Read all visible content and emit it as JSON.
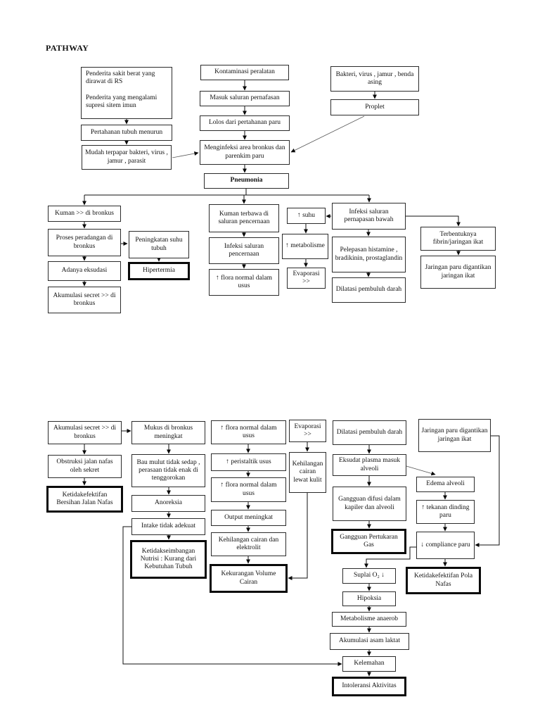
{
  "page": {
    "title": "PATHWAY"
  },
  "diagram": {
    "condition": "Pneumonia",
    "nodes": [
      {
        "id": "penderita-rs",
        "label": "Penderita sakit berat yang dirawat di RS\n\nPenderita yang mengalami supresi sitem imun",
        "emphasis": false
      },
      {
        "id": "pertahanan-menurun",
        "label": "Pertahanan tubuh menurun",
        "emphasis": false
      },
      {
        "id": "mudah-terpapar",
        "label": "Mudah terpapar bakteri, virus , jamur , parasit",
        "emphasis": false
      },
      {
        "id": "kontaminasi-peralatan",
        "label": "Kontaminasi peralatan",
        "emphasis": false
      },
      {
        "id": "masuk-saluran",
        "label": "Masuk saluran pernafasan",
        "emphasis": false
      },
      {
        "id": "lolos-pertahanan",
        "label": "Lolos dari pertahanan paru",
        "emphasis": false
      },
      {
        "id": "menginfeksi-bronkus",
        "label": "Menginfeksi area bronkus dan parenkim paru",
        "emphasis": false
      },
      {
        "id": "pneumonia",
        "label": "Pneumonia",
        "emphasis": false
      },
      {
        "id": "bakteri-virus",
        "label": "Bakteri, virus , jamur , benda asing",
        "emphasis": false
      },
      {
        "id": "proplet",
        "label": "Proplet",
        "emphasis": false
      },
      {
        "id": "kuman-bronkus",
        "label": "Kuman >> di bronkus",
        "emphasis": false
      },
      {
        "id": "proses-peradangan",
        "label": "Proses peradangan di bronkus",
        "emphasis": false
      },
      {
        "id": "adanya-eksudasi",
        "label": "Adanya eksudasi",
        "emphasis": false
      },
      {
        "id": "akumulasi-secret-atas",
        "label": "Akumulasi secret >> di bronkus",
        "emphasis": false
      },
      {
        "id": "peningkatan-suhu",
        "label": "Peningkatan suhu tubuh",
        "emphasis": false
      },
      {
        "id": "hipertermia",
        "label": "Hipertermia",
        "emphasis": true
      },
      {
        "id": "kuman-terbawa",
        "label": "Kuman terbawa di saluran pencernaan",
        "emphasis": false
      },
      {
        "id": "infeksi-pencernaan",
        "label": "Infeksi saluran pencernaan",
        "emphasis": false
      },
      {
        "id": "flora-usus-atas",
        "label": "↑ flora normal dalam usus",
        "emphasis": false
      },
      {
        "id": "suhu-naik",
        "label": "↑ suhu",
        "emphasis": false
      },
      {
        "id": "metabolisme-naik",
        "label": "↑ metabolisme",
        "emphasis": false
      },
      {
        "id": "evaporasi-atas",
        "label": "Evaporasi >>",
        "emphasis": false
      },
      {
        "id": "infeksi-pernapasan-bawah",
        "label": "Infeksi saluran pernapasan bawah",
        "emphasis": false
      },
      {
        "id": "pelepasan-histamine",
        "label": "Pelepasan histamine , bradikinin, prostaglandin",
        "emphasis": false
      },
      {
        "id": "dilatasi-atas",
        "label": "Dilatasi pembuluh darah",
        "emphasis": false
      },
      {
        "id": "terbentuk-fibrin",
        "label": "Terbentuknya fibrin/jaringan ikat",
        "emphasis": false
      },
      {
        "id": "jaringan-ikat-atas",
        "label": "Jaringan paru digantikan jaringan ikat",
        "emphasis": false
      },
      {
        "id": "akumulasi-secret-bawah",
        "label": "Akumulasi secret >> di bronkus",
        "emphasis": false
      },
      {
        "id": "mukus-meningkat",
        "label": "Mukus di bronkus meningkat",
        "emphasis": false
      },
      {
        "id": "flora-usus-1",
        "label": "↑ flora normal dalam usus",
        "emphasis": false
      },
      {
        "id": "evaporasi-bawah",
        "label": "Evaporasi >>",
        "emphasis": false
      },
      {
        "id": "dilatasi-bawah",
        "label": "Dilatasi pembuluh darah",
        "emphasis": false
      },
      {
        "id": "jaringan-ikat-bawah",
        "label": "Jaringan paru digantikan jaringan ikat",
        "emphasis": false
      },
      {
        "id": "obstruksi-nafas",
        "label": "Obstruksi jalan nafas oleh sekret",
        "emphasis": false
      },
      {
        "id": "bersihan-jalan-nafas",
        "label": "Ketidakefektifan Bersihan Jalan Nafas",
        "emphasis": true
      },
      {
        "id": "bau-mulut",
        "label": "Bau mulut tidak sedap , perasaan tidak enak di tenggorokan",
        "emphasis": false
      },
      {
        "id": "anoreksia",
        "label": "Anoreksia",
        "emphasis": false
      },
      {
        "id": "intake-adekuat",
        "label": "Intake tidak adekuat",
        "emphasis": false
      },
      {
        "id": "nutrisi-kurang",
        "label": "Ketidakseimbangan Nutrisi : Kurang dari Kebutuhan Tubuh",
        "emphasis": true
      },
      {
        "id": "peristaltik-usus",
        "label": "↑ peristaltik usus",
        "emphasis": false
      },
      {
        "id": "flora-usus-2",
        "label": "↑ flora normal dalam usus",
        "emphasis": false
      },
      {
        "id": "output-meningkat",
        "label": "Output meningkat",
        "emphasis": false
      },
      {
        "id": "kehilangan-elektrolit",
        "label": "Kehilangan cairan dan elektrolit",
        "emphasis": false
      },
      {
        "id": "kekurangan-volume",
        "label": "Kekurangan Volume Cairan",
        "emphasis": true
      },
      {
        "id": "kehilangan-kulit",
        "label": "Kehilangan cairan lewat kulit",
        "emphasis": false
      },
      {
        "id": "eksudat-plasma",
        "label": "Eksudat plasma masuk alveoli",
        "emphasis": false
      },
      {
        "id": "gangguan-difusi",
        "label": "Gangguan difusi dalam kapiler dan alveoli",
        "emphasis": false
      },
      {
        "id": "pertukaran-gas",
        "label": "Gangguan Pertukaran Gas",
        "emphasis": true
      },
      {
        "id": "edema-alveoli",
        "label": "Edema alveoli",
        "emphasis": false
      },
      {
        "id": "tekanan-paru",
        "label": "↑ tekanan dinding paru",
        "emphasis": false
      },
      {
        "id": "compliance-paru",
        "label": "↓ compliance paru",
        "emphasis": false
      },
      {
        "id": "pola-nafas",
        "label": "Ketidakefektifan Pola Nafas",
        "emphasis": true
      },
      {
        "id": "suplai-o2",
        "label": "Suplai O₂ ↓",
        "emphasis": false
      },
      {
        "id": "hipoksia",
        "label": "Hipoksia",
        "emphasis": false
      },
      {
        "id": "metabolisme-anaerob",
        "label": "Metabolisme anaerob",
        "emphasis": false
      },
      {
        "id": "asam-laktat",
        "label": "Akumulasi asam laktat",
        "emphasis": false
      },
      {
        "id": "kelemahan",
        "label": "Kelemahan",
        "emphasis": false
      },
      {
        "id": "intoleransi-aktivitas",
        "label": "Intoleransi Aktivitas",
        "emphasis": true
      }
    ],
    "edges": [
      {
        "from": "penderita-rs",
        "to": "pertahanan-menurun"
      },
      {
        "from": "pertahanan-menurun",
        "to": "mudah-terpapar"
      },
      {
        "from": "mudah-terpapar",
        "to": "menginfeksi-bronkus"
      },
      {
        "from": "kontaminasi-peralatan",
        "to": "masuk-saluran"
      },
      {
        "from": "masuk-saluran",
        "to": "lolos-pertahanan"
      },
      {
        "from": "lolos-pertahanan",
        "to": "menginfeksi-bronkus"
      },
      {
        "from": "menginfeksi-bronkus",
        "to": "pneumonia"
      },
      {
        "from": "bakteri-virus",
        "to": "proplet"
      },
      {
        "from": "proplet",
        "to": "menginfeksi-bronkus"
      },
      {
        "from": "pneumonia",
        "to": "kuman-bronkus"
      },
      {
        "from": "pneumonia",
        "to": "kuman-terbawa"
      },
      {
        "from": "pneumonia",
        "to": "infeksi-pernapasan-bawah"
      },
      {
        "from": "kuman-bronkus",
        "to": "proses-peradangan"
      },
      {
        "from": "proses-peradangan",
        "to": "adanya-eksudasi"
      },
      {
        "from": "adanya-eksudasi",
        "to": "akumulasi-secret-atas"
      },
      {
        "from": "proses-peradangan",
        "to": "peningkatan-suhu"
      },
      {
        "from": "peningkatan-suhu",
        "to": "hipertermia"
      },
      {
        "from": "kuman-terbawa",
        "to": "infeksi-pencernaan"
      },
      {
        "from": "infeksi-pencernaan",
        "to": "flora-usus-atas"
      },
      {
        "from": "infeksi-pernapasan-bawah",
        "to": "suhu-naik"
      },
      {
        "from": "suhu-naik",
        "to": "metabolisme-naik"
      },
      {
        "from": "metabolisme-naik",
        "to": "evaporasi-atas"
      },
      {
        "from": "infeksi-pernapasan-bawah",
        "to": "pelepasan-histamine"
      },
      {
        "from": "pelepasan-histamine",
        "to": "dilatasi-atas"
      },
      {
        "from": "infeksi-pernapasan-bawah",
        "to": "terbentuk-fibrin"
      },
      {
        "from": "terbentuk-fibrin",
        "to": "jaringan-ikat-atas"
      },
      {
        "from": "akumulasi-secret-bawah",
        "to": "mukus-meningkat"
      },
      {
        "from": "akumulasi-secret-bawah",
        "to": "obstruksi-nafas"
      },
      {
        "from": "obstruksi-nafas",
        "to": "bersihan-jalan-nafas"
      },
      {
        "from": "mukus-meningkat",
        "to": "bau-mulut"
      },
      {
        "from": "bau-mulut",
        "to": "anoreksia"
      },
      {
        "from": "anoreksia",
        "to": "intake-adekuat"
      },
      {
        "from": "intake-adekuat",
        "to": "nutrisi-kurang"
      },
      {
        "from": "intake-adekuat",
        "to": "kelemahan"
      },
      {
        "from": "flora-usus-1",
        "to": "peristaltik-usus"
      },
      {
        "from": "peristaltik-usus",
        "to": "flora-usus-2"
      },
      {
        "from": "flora-usus-2",
        "to": "output-meningkat"
      },
      {
        "from": "output-meningkat",
        "to": "kehilangan-elektrolit"
      },
      {
        "from": "kehilangan-elektrolit",
        "to": "kekurangan-volume"
      },
      {
        "from": "evaporasi-bawah",
        "to": "kehilangan-kulit"
      },
      {
        "from": "kehilangan-kulit",
        "to": "kekurangan-volume"
      },
      {
        "from": "dilatasi-bawah",
        "to": "eksudat-plasma"
      },
      {
        "from": "eksudat-plasma",
        "to": "gangguan-difusi"
      },
      {
        "from": "gangguan-difusi",
        "to": "pertukaran-gas"
      },
      {
        "from": "eksudat-plasma",
        "to": "edema-alveoli"
      },
      {
        "from": "edema-alveoli",
        "to": "tekanan-paru"
      },
      {
        "from": "tekanan-paru",
        "to": "compliance-paru"
      },
      {
        "from": "compliance-paru",
        "to": "pola-nafas"
      },
      {
        "from": "jaringan-ikat-bawah",
        "to": "compliance-paru"
      },
      {
        "from": "compliance-paru",
        "to": "suplai-o2"
      },
      {
        "from": "suplai-o2",
        "to": "hipoksia"
      },
      {
        "from": "hipoksia",
        "to": "metabolisme-anaerob"
      },
      {
        "from": "metabolisme-anaerob",
        "to": "asam-laktat"
      },
      {
        "from": "asam-laktat",
        "to": "kelemahan"
      },
      {
        "from": "kelemahan",
        "to": "intoleransi-aktivitas"
      }
    ]
  }
}
